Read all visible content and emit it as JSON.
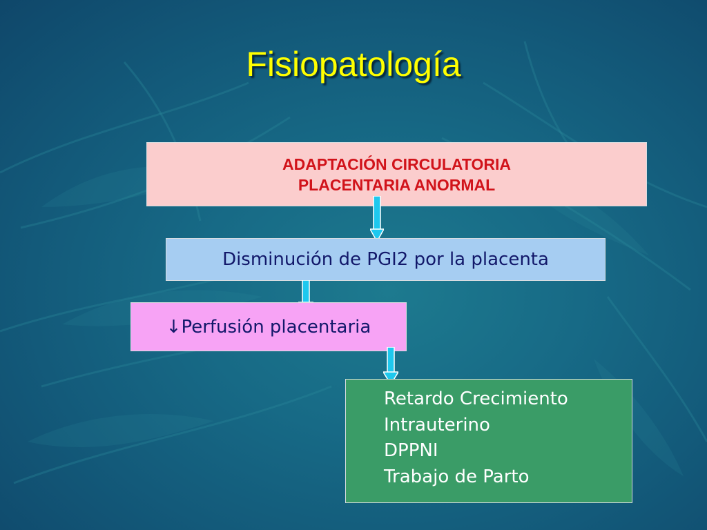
{
  "slide": {
    "title": "Fisiopatología"
  },
  "flow": {
    "adaptation_line1": "ADAPTACIÓN CIRCULATORIA",
    "adaptation_line2": "PLACENTARIA ANORMAL",
    "pgi2": "Disminución de PGI2 por la placenta",
    "perfusion": "↓Perfusión placentaria",
    "effects": [
      "Retardo Crecimiento",
      "Intrauterino",
      "DPPNI",
      "Trabajo de Parto"
    ]
  },
  "colors": {
    "title": "#ffff00",
    "adaptation_fill": "#fbcdcd",
    "adaptation_text": "#d1131a",
    "pgi2_fill": "#a6cdf2",
    "perfusion_fill": "#f7a3f5",
    "effects_fill": "#3a9c67",
    "arrow": "#1ec8ee"
  }
}
